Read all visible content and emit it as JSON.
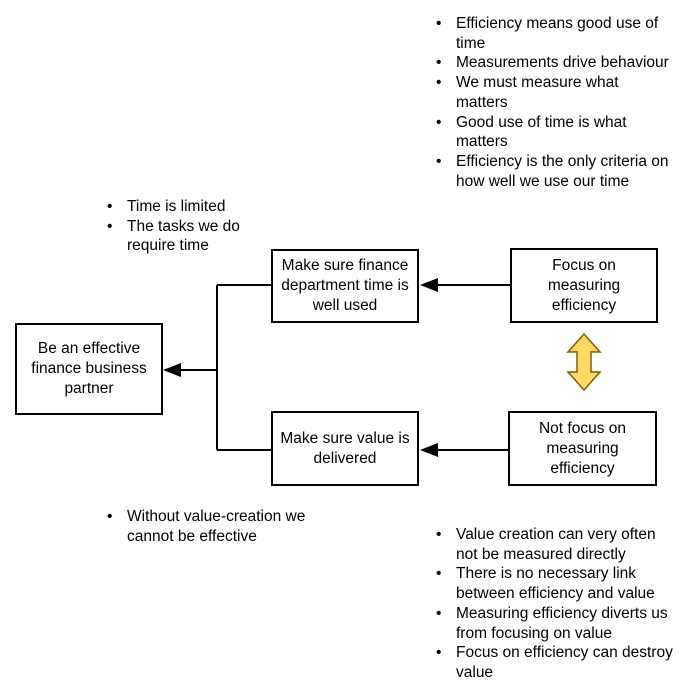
{
  "boxes": {
    "partner": "Be an effective\nfinance business\npartner",
    "time_used": "Make sure finance\ndepartment time is\nwell used",
    "value_delivered": "Make sure value is\ndelivered",
    "focus_efficiency": "Focus on\nmeasuring\nefficiency",
    "not_focus_efficiency": "Not focus on\nmeasuring\nefficiency"
  },
  "notes": {
    "efficiency_beliefs": [
      "Efficiency means good use of time",
      "Measurements drive behaviour",
      "We must measure what matters",
      "Good use of time is what matters",
      "Efficiency is the only criteria on how well we use our time"
    ],
    "time_limits": [
      "Time is limited",
      "The tasks we do require time"
    ],
    "value_creation": [
      "Without value-creation we cannot be effective"
    ],
    "value_measurement": [
      "Value creation can very often not be measured directly",
      "There is no necessary link between efficiency and value",
      "Measuring efficiency diverts us from focusing on value",
      "Focus on efficiency can destroy value"
    ]
  },
  "colors": {
    "line": "#000000",
    "double_arrow_fill": "#FFD966",
    "double_arrow_stroke": "#7F6000"
  }
}
